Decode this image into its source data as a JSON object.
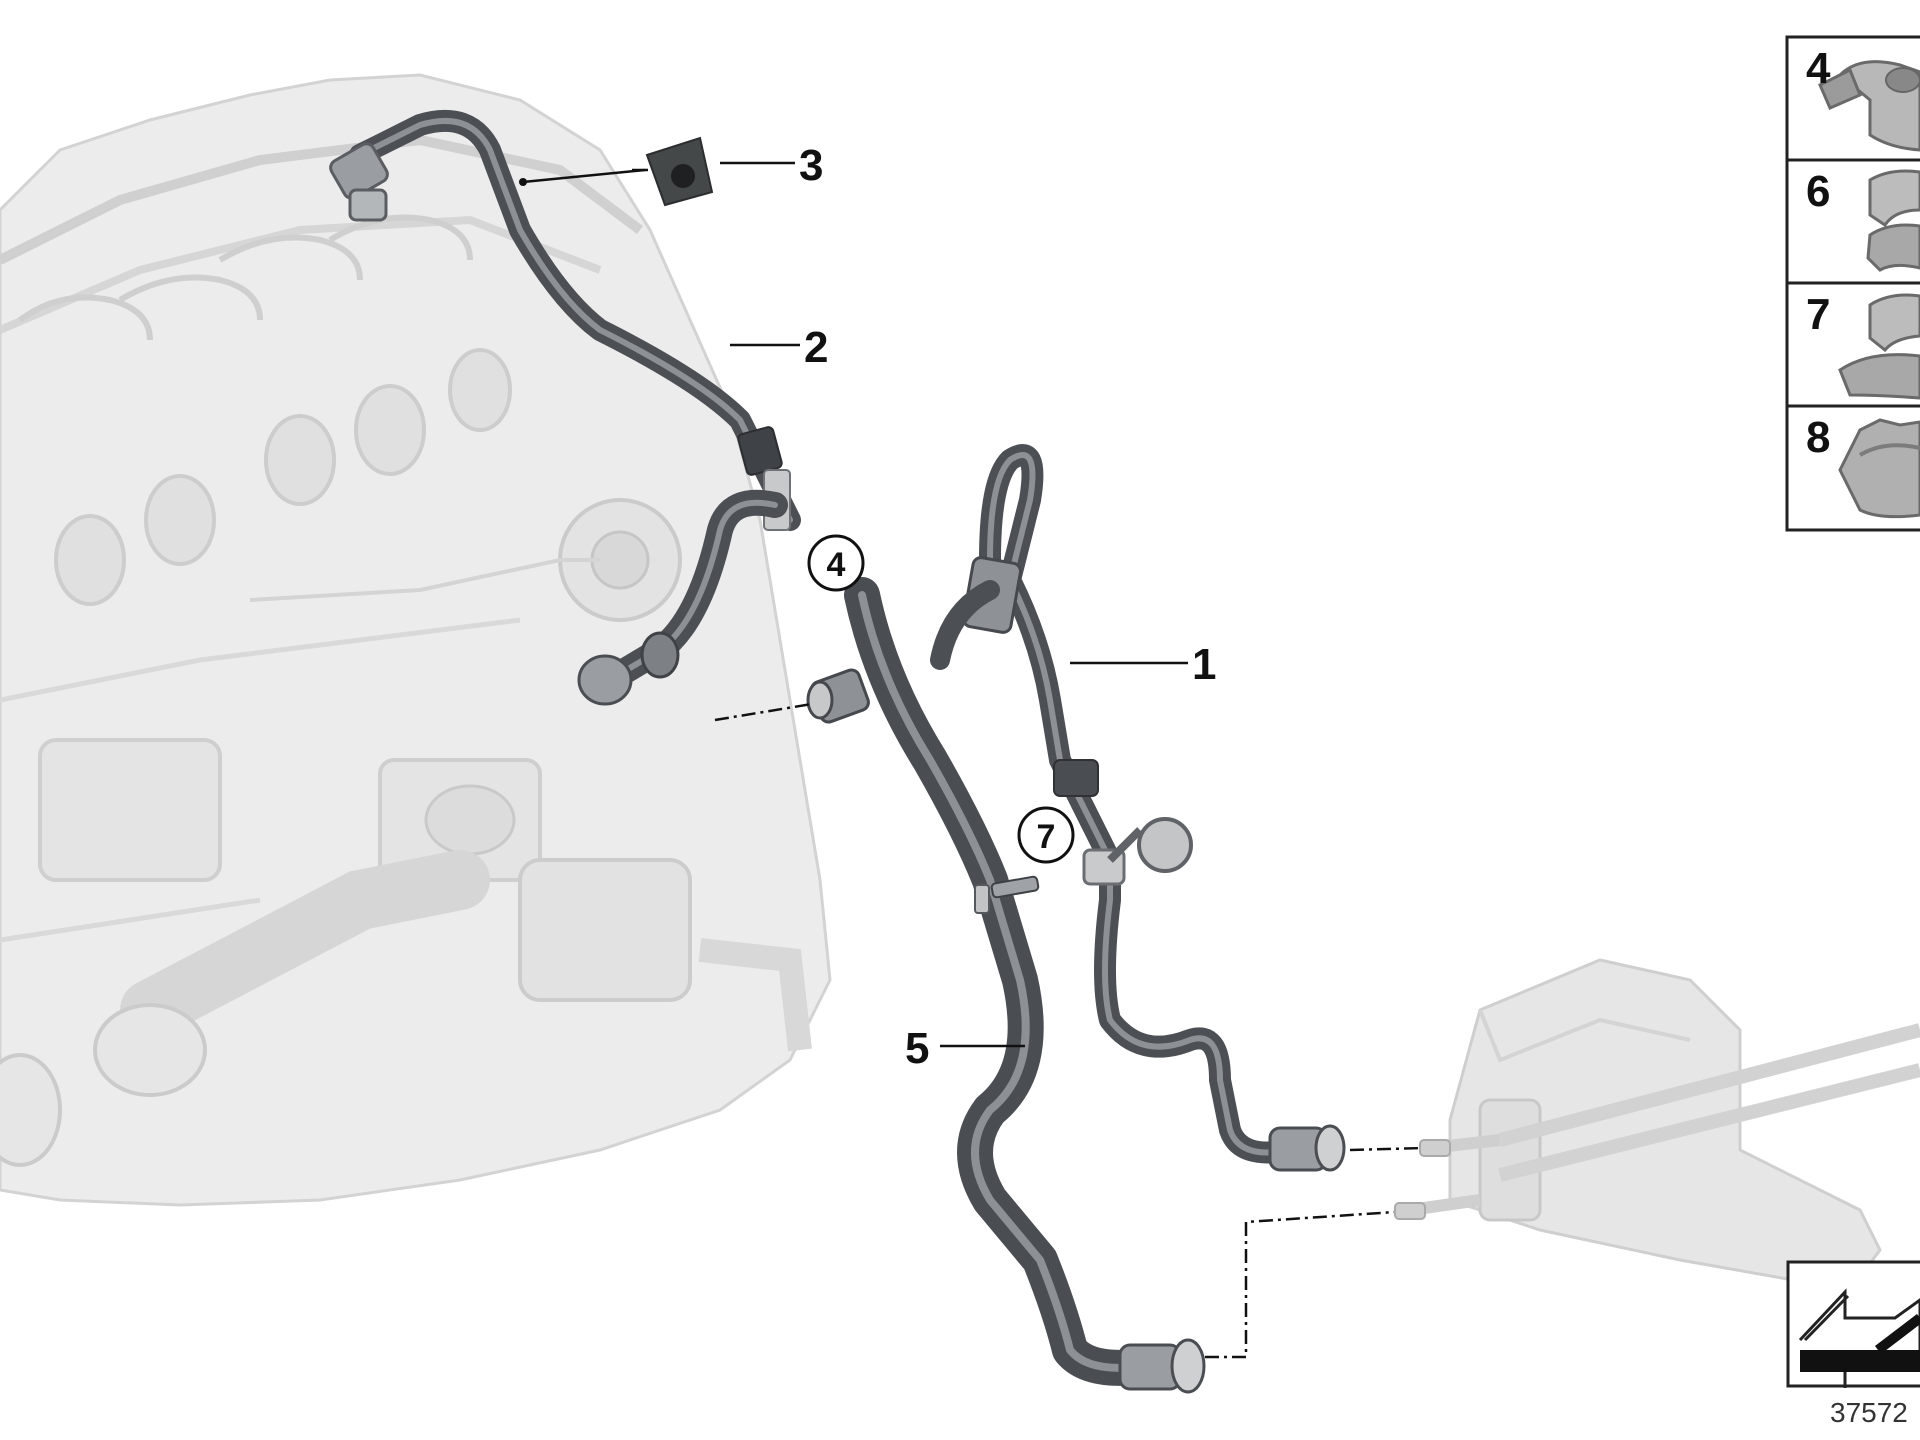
{
  "diagram": {
    "id_text": "37572",
    "callouts": [
      {
        "label": "1"
      },
      {
        "label": "2"
      },
      {
        "label": "3"
      },
      {
        "label": "5"
      }
    ],
    "circled_callouts": [
      {
        "label": "4"
      },
      {
        "label": "7"
      }
    ],
    "inset_parts": [
      {
        "label": "4"
      },
      {
        "label": "6"
      },
      {
        "label": "7"
      },
      {
        "label": "8"
      }
    ],
    "colors": {
      "engine_fill": "#e9e9e9",
      "engine_stroke": "#d2d2d2",
      "hose_dark": "#4f5257",
      "hose_light": "#8e9196",
      "bracket": "#bdbdbd",
      "line": "#111111"
    }
  }
}
